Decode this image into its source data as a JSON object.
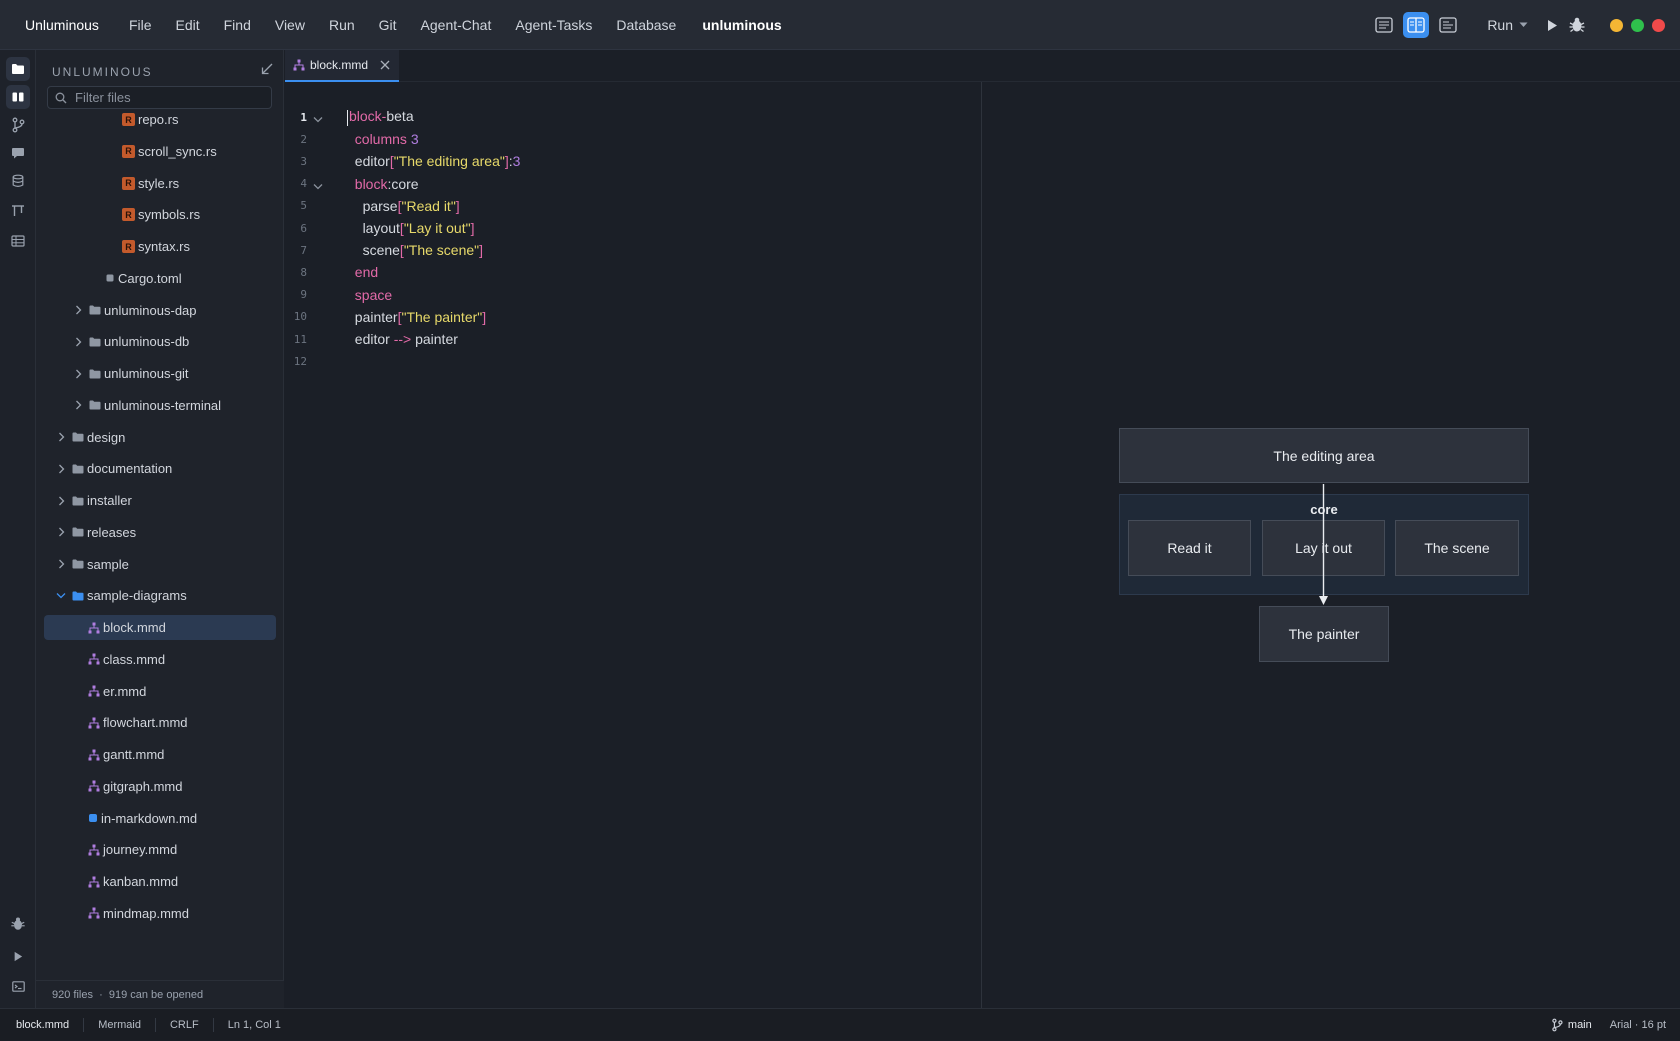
{
  "menubar": {
    "app_name": "Unluminous",
    "items": [
      "File",
      "Edit",
      "Find",
      "View",
      "Run",
      "Git",
      "Agent-Chat",
      "Agent-Tasks",
      "Database"
    ],
    "project": "unluminous",
    "run_label": "Run"
  },
  "sidebar": {
    "title": "UNLUMINOUS",
    "filter_placeholder": "Filter files",
    "tree": [
      {
        "label": "repo.rs",
        "indent": 4,
        "kind": "rust"
      },
      {
        "label": "scroll_sync.rs",
        "indent": 4,
        "kind": "rust"
      },
      {
        "label": "style.rs",
        "indent": 4,
        "kind": "rust"
      },
      {
        "label": "symbols.rs",
        "indent": 4,
        "kind": "rust"
      },
      {
        "label": "syntax.rs",
        "indent": 4,
        "kind": "rust"
      },
      {
        "label": "Cargo.toml",
        "indent": 3,
        "kind": "file"
      },
      {
        "label": "unluminous-dap",
        "indent": 1,
        "kind": "folder"
      },
      {
        "label": "unluminous-db",
        "indent": 1,
        "kind": "folder"
      },
      {
        "label": "unluminous-git",
        "indent": 1,
        "kind": "folder"
      },
      {
        "label": "unluminous-terminal",
        "indent": 1,
        "kind": "folder"
      },
      {
        "label": "design",
        "indent": 0,
        "kind": "folder"
      },
      {
        "label": "documentation",
        "indent": 0,
        "kind": "folder"
      },
      {
        "label": "installer",
        "indent": 0,
        "kind": "folder"
      },
      {
        "label": "releases",
        "indent": 0,
        "kind": "folder"
      },
      {
        "label": "sample",
        "indent": 0,
        "kind": "folder"
      },
      {
        "label": "sample-diagrams",
        "indent": 0,
        "kind": "folder-open"
      },
      {
        "label": "block.mmd",
        "indent": 2,
        "kind": "mermaid",
        "selected": true
      },
      {
        "label": "class.mmd",
        "indent": 2,
        "kind": "mermaid"
      },
      {
        "label": "er.mmd",
        "indent": 2,
        "kind": "mermaid"
      },
      {
        "label": "flowchart.mmd",
        "indent": 2,
        "kind": "mermaid"
      },
      {
        "label": "gantt.mmd",
        "indent": 2,
        "kind": "mermaid"
      },
      {
        "label": "gitgraph.mmd",
        "indent": 2,
        "kind": "mermaid"
      },
      {
        "label": "in-markdown.md",
        "indent": 2,
        "kind": "markdown"
      },
      {
        "label": "journey.mmd",
        "indent": 2,
        "kind": "mermaid"
      },
      {
        "label": "kanban.mmd",
        "indent": 2,
        "kind": "mermaid"
      },
      {
        "label": "mindmap.mmd",
        "indent": 2,
        "kind": "mermaid"
      }
    ],
    "footer": "920 files  ·  919 can be opened"
  },
  "tabs": [
    {
      "label": "block.mmd",
      "active": true
    }
  ],
  "editor": {
    "lines": [
      {
        "n": "1",
        "fold": true,
        "tokens": [
          {
            "t": "block-",
            "c": "kw"
          },
          {
            "t": "beta",
            "c": ""
          }
        ]
      },
      {
        "n": "2",
        "tokens": [
          {
            "t": "  "
          },
          {
            "t": "columns ",
            "c": "kw"
          },
          {
            "t": "3",
            "c": "num"
          }
        ]
      },
      {
        "n": "3",
        "tokens": [
          {
            "t": "  "
          },
          {
            "t": "editor",
            "c": ""
          },
          {
            "t": "[",
            "c": "br"
          },
          {
            "t": "\"The editing area\"",
            "c": "str"
          },
          {
            "t": "]",
            "c": "br"
          },
          {
            "t": ":",
            "c": ""
          },
          {
            "t": "3",
            "c": "num"
          }
        ]
      },
      {
        "n": "4",
        "fold": true,
        "tokens": [
          {
            "t": "  "
          },
          {
            "t": "block",
            "c": "kw"
          },
          {
            "t": ":core",
            "c": ""
          }
        ]
      },
      {
        "n": "5",
        "tokens": [
          {
            "t": "    "
          },
          {
            "t": "parse",
            "c": ""
          },
          {
            "t": "[",
            "c": "br"
          },
          {
            "t": "\"Read it\"",
            "c": "str"
          },
          {
            "t": "]",
            "c": "br"
          }
        ]
      },
      {
        "n": "6",
        "tokens": [
          {
            "t": "    "
          },
          {
            "t": "layout",
            "c": ""
          },
          {
            "t": "[",
            "c": "br"
          },
          {
            "t": "\"Lay it out\"",
            "c": "str"
          },
          {
            "t": "]",
            "c": "br"
          }
        ]
      },
      {
        "n": "7",
        "tokens": [
          {
            "t": "    "
          },
          {
            "t": "scene",
            "c": ""
          },
          {
            "t": "[",
            "c": "br"
          },
          {
            "t": "\"The scene\"",
            "c": "str"
          },
          {
            "t": "]",
            "c": "br"
          }
        ]
      },
      {
        "n": "8",
        "tokens": [
          {
            "t": "  "
          },
          {
            "t": "end",
            "c": "kw"
          }
        ]
      },
      {
        "n": "9",
        "tokens": [
          {
            "t": "  "
          },
          {
            "t": "space",
            "c": "kw"
          }
        ]
      },
      {
        "n": "10",
        "tokens": [
          {
            "t": "  "
          },
          {
            "t": "painter",
            "c": ""
          },
          {
            "t": "[",
            "c": "br"
          },
          {
            "t": "\"The painter\"",
            "c": "str"
          },
          {
            "t": "]",
            "c": "br"
          }
        ]
      },
      {
        "n": "11",
        "tokens": [
          {
            "t": "  "
          },
          {
            "t": "editor ",
            "c": ""
          },
          {
            "t": "-->",
            "c": "kw"
          },
          {
            "t": " painter",
            "c": ""
          }
        ]
      },
      {
        "n": "12",
        "tokens": []
      }
    ]
  },
  "diagram": {
    "top_block": "The editing area",
    "group_label": "core",
    "inner_blocks": [
      "Read it",
      "Lay it out",
      "The scene"
    ],
    "bottom_block": "The painter"
  },
  "statusbar": {
    "file": "block.mmd",
    "language": "Mermaid",
    "line_ending": "CRLF",
    "position": "Ln 1, Col 1",
    "branch": "main",
    "font": "Arial · 16 pt"
  },
  "colors": {
    "accent": "#3b8ff0",
    "keyword": "#e26aa8",
    "string": "#e7d96a",
    "number": "#b07ee0"
  }
}
